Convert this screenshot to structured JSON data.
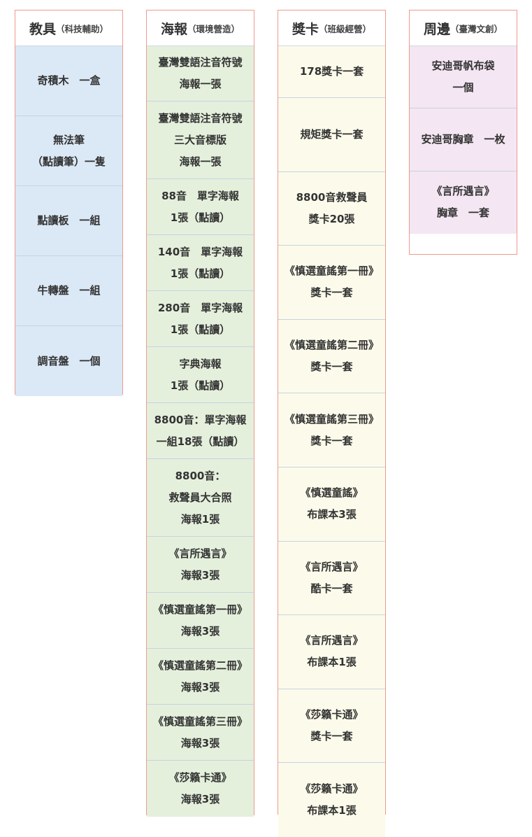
{
  "columns": [
    {
      "title": "教具",
      "subtitle": "（科技輔助）",
      "items": [
        [
          "奇積木　一盒"
        ],
        [
          "無法筆",
          "（點讀筆）一隻"
        ],
        [
          "點讀板　一組"
        ],
        [
          "牛轉盤　一組"
        ],
        [
          "調音盤　一個"
        ]
      ]
    },
    {
      "title": "海報",
      "subtitle": "（環境營造）",
      "items": [
        [
          "臺灣雙語注音符號",
          "海報一張"
        ],
        [
          "臺灣雙語注音符號",
          "三大音標版",
          "海報一張"
        ],
        [
          "88音　單字海報",
          "1張（點讀）"
        ],
        [
          "140音　單字海報",
          "1張（點讀）"
        ],
        [
          "280音　單字海報",
          "1張（點讀）"
        ],
        [
          "字典海報",
          "1張（點讀）"
        ],
        [
          "8800音：單字海報",
          "一組18張（點讀）"
        ],
        [
          "8800音：",
          "救聲員大合照",
          "海報1張"
        ],
        [
          "《言所遇言》",
          "海報3張"
        ],
        [
          "《慎選童謠第一冊》",
          "海報3張"
        ],
        [
          "《慎選童謠第二冊》",
          "海報3張"
        ],
        [
          "《慎選童謠第三冊》",
          "海報3張"
        ],
        [
          "《莎籟卡通》",
          "海報3張"
        ]
      ]
    },
    {
      "title": "獎卡",
      "subtitle": "（班級經營）",
      "items": [
        [
          "178獎卡一套"
        ],
        [
          "規矩獎卡一套"
        ],
        [
          "8800音救聲員",
          "獎卡20張"
        ],
        [
          "《慎選童謠第一冊》",
          "獎卡一套"
        ],
        [
          "《慎選童謠第二冊》",
          "獎卡一套"
        ],
        [
          "《慎選童謠第三冊》",
          "獎卡一套"
        ],
        [
          "《慎選童謠》",
          "布課本3張"
        ],
        [
          "《言所遇言》",
          "酷卡一套"
        ],
        [
          "《言所遇言》",
          "布課本1張"
        ],
        [
          "《莎籟卡通》",
          "獎卡一套"
        ],
        [
          "《莎籟卡通》",
          "布課本1張"
        ]
      ]
    },
    {
      "title": "周邊",
      "subtitle": "（臺灣文創）",
      "items": [
        [
          "安迪哥帆布袋",
          "一個"
        ],
        [
          "安迪哥胸章　一枚"
        ],
        [
          "《言所遇言》",
          "胸章　一套"
        ]
      ]
    }
  ]
}
